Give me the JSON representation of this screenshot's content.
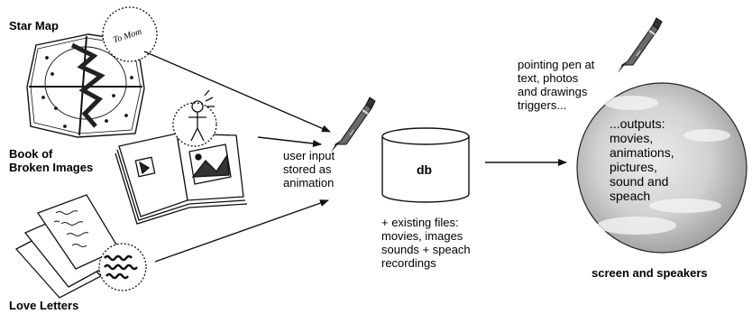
{
  "labels": {
    "star_map": "Star Map",
    "book": "Book of\nBroken Images",
    "love_letters": "Love Letters",
    "user_input": "user input\nstored as\nanimation",
    "db": "db",
    "existing_files": "+ existing files:\nmovies, images\nsounds + speach\nrecordings",
    "pointing_pen": "pointing pen at\ntext, photos\nand drawings\ntriggers...",
    "outputs": "...outputs:\nmovies,\nanimations,\npictures,\nsound and\nspeach",
    "screen_speakers": "screen and speakers"
  },
  "sketch_text": {
    "to_mom": "To Mom"
  },
  "colors": {
    "ink": "#111111",
    "screen_fill": "#cfcfcf",
    "pen_body": "#555555"
  },
  "icons": [
    "star-map-sketch",
    "book-sketch",
    "love-letters-sketch",
    "pen-icon",
    "database-cylinder",
    "screen-circle"
  ]
}
